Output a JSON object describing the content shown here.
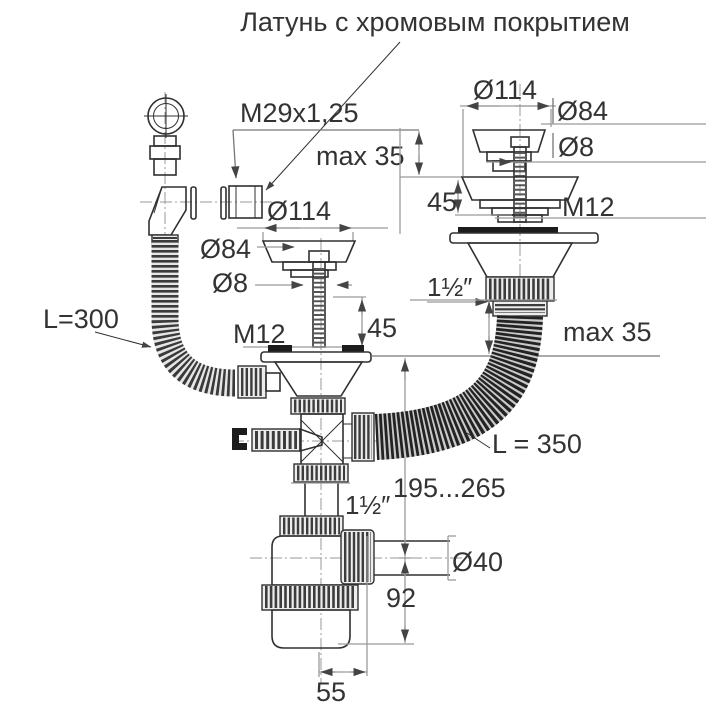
{
  "drawing": {
    "title": "Латунь с хромовым покрытием",
    "labels": {
      "thread_overflow": "M29x1,25",
      "max_thickness_top": "max 35",
      "max_thickness_right": "max 35",
      "mid": {
        "d114": "Ø114",
        "d84": "Ø84",
        "d8": "Ø8",
        "m12": "M12",
        "h45": "45",
        "inch": "1½″"
      },
      "right": {
        "d114": "Ø114",
        "d84": "Ø84",
        "d8": "Ø8",
        "m12": "M12",
        "h45": "45",
        "inch": "1½″"
      },
      "hose_left_length": "L=300",
      "hose_right_length": "L = 350",
      "height_range": "195...265",
      "outlet_diameter": "Ø40",
      "outlet_height": "92",
      "trap_offset": "55"
    },
    "colors": {
      "line": "#303030",
      "dimension": "#9a9a9a",
      "text": "#333333",
      "background": "#ffffff"
    }
  }
}
